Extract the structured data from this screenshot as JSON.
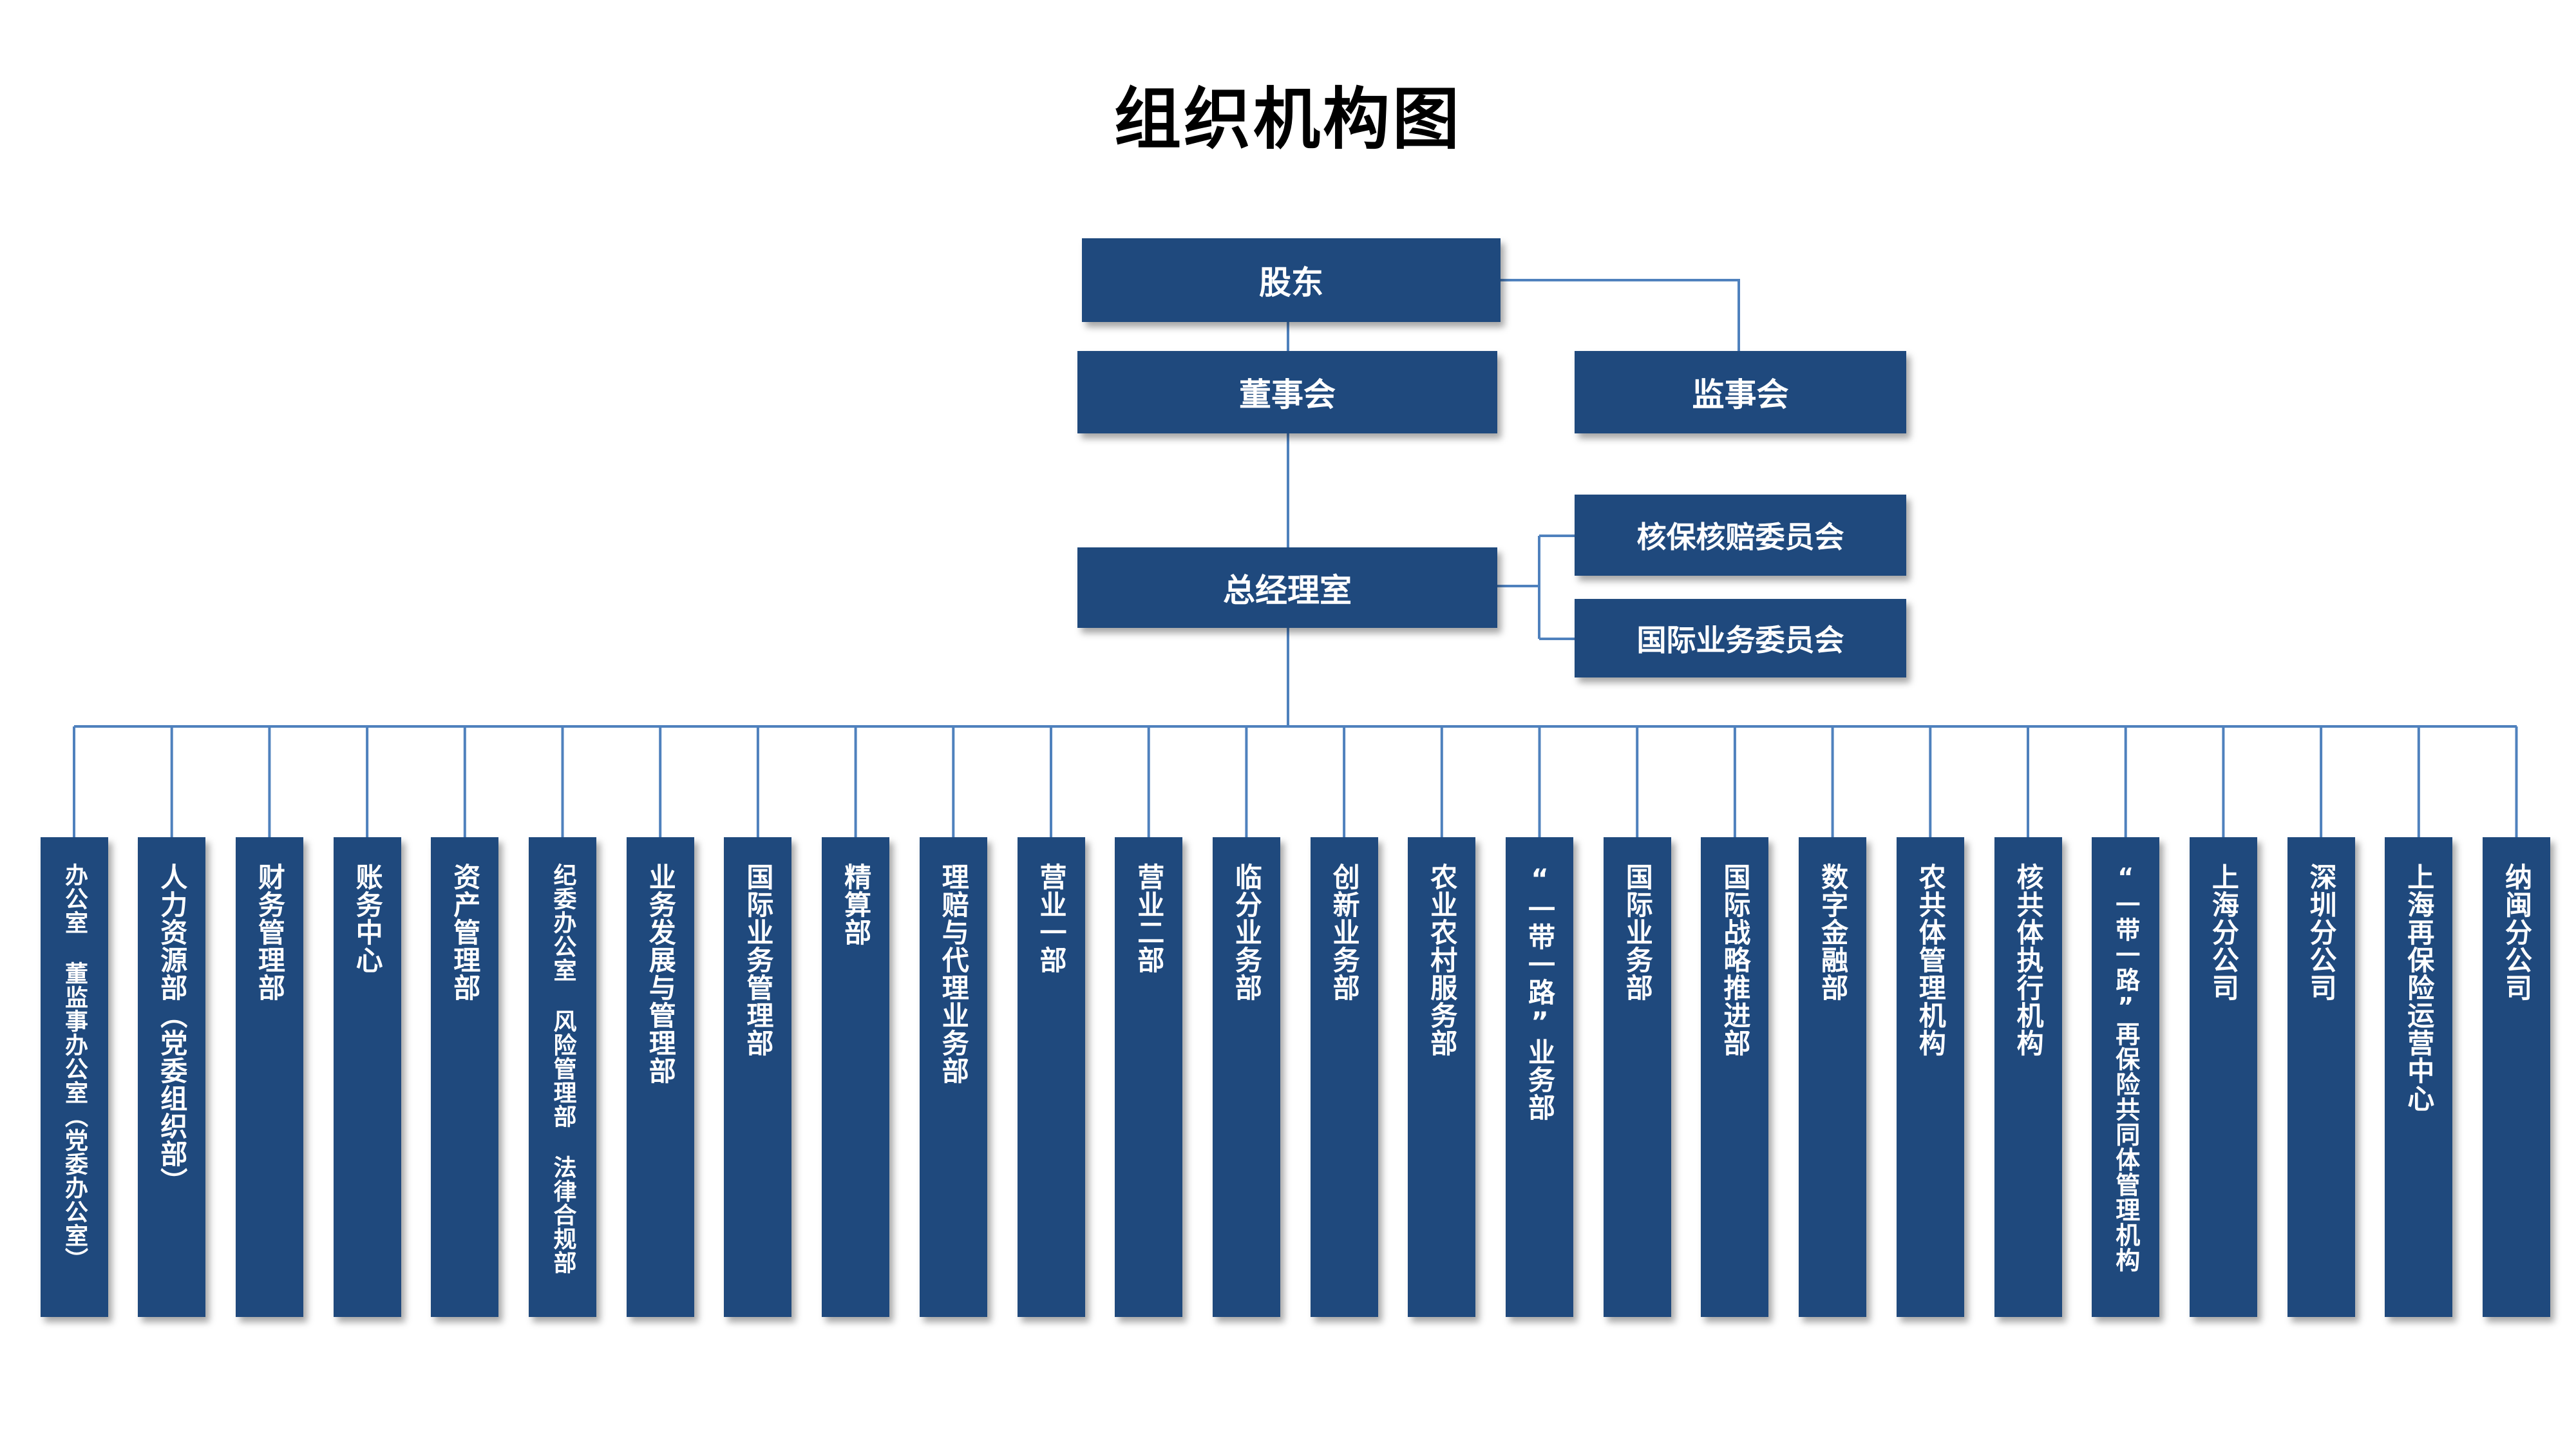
{
  "title": "组织机构图",
  "top": {
    "shareholders": "股东",
    "board": "董事会",
    "supervisors": "监事会",
    "management": "总经理室",
    "underwriting_committee": "核保核赔委员会",
    "international_committee": "国际业务委员会"
  },
  "departments": [
    "办公室 董监事办公室（党委办公室）",
    "人力资源部（党委组织部）",
    "财务管理部",
    "账务中心",
    "资产管理部",
    "纪委办公室 风险管理部 法律合规部",
    "业务发展与管理部",
    "国际业务管理部",
    "精算部",
    "理赔与代理业务部",
    "营业一部",
    "营业二部",
    "临分业务部",
    "创新业务部",
    "农业农村服务部",
    "“一带一路”业务部",
    "国际业务部",
    "国际战略推进部",
    "数字金融部",
    "农共体管理机构",
    "核共体执行机构",
    "“一带一路”再保险共同体管理机构",
    "上海分公司",
    "深圳分公司",
    "上海再保险运营中心",
    "纳闽分公司"
  ],
  "colors": {
    "box": "#1f497d",
    "line": "#4f81bd",
    "text": "#ffffff"
  }
}
